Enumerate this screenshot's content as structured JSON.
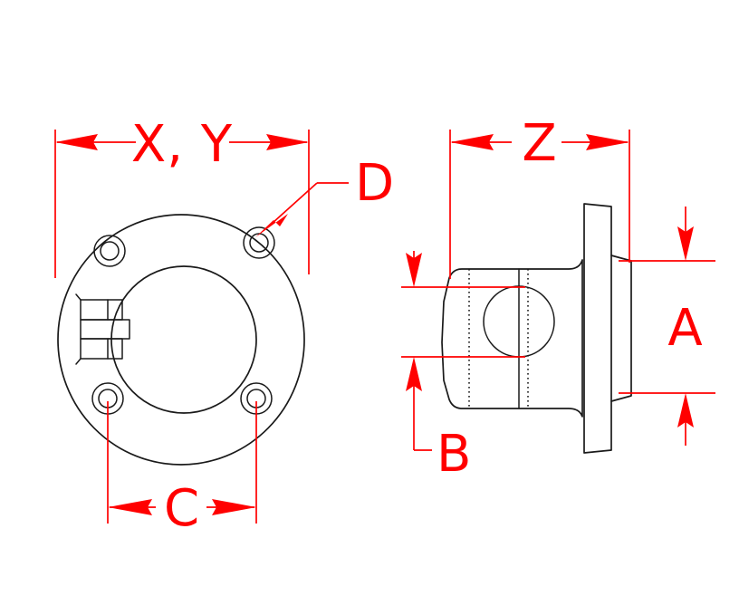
{
  "drawing": {
    "title": "Flange bearing engineering dimension drawing",
    "background_color": "#ffffff",
    "part_line_color": "#1a1a1a",
    "dimension_color": "#ff0000",
    "views": [
      {
        "name": "front-view",
        "description": "Circular flange face with four bolt holes, central bore and keyway slot"
      },
      {
        "name": "side-view",
        "description": "Sectional side profile with hub, bore and mounting flange"
      }
    ]
  },
  "dimensions": {
    "xy": {
      "label": "X, Y",
      "view": "front-view",
      "orientation": "horizontal",
      "position": "top",
      "meaning": "overall flange outside diameter"
    },
    "c": {
      "label": "C",
      "view": "front-view",
      "orientation": "horizontal",
      "position": "bottom",
      "meaning": "bolt hole centre spacing"
    },
    "d": {
      "label": "D",
      "view": "front-view",
      "orientation": "leader",
      "position": "upper-right",
      "meaning": "bolt hole diameter"
    },
    "z": {
      "label": "Z",
      "view": "side-view",
      "orientation": "horizontal",
      "position": "top",
      "meaning": "overall length"
    },
    "a": {
      "label": "A",
      "view": "side-view",
      "orientation": "vertical",
      "position": "right",
      "meaning": "flange height"
    },
    "b": {
      "label": "B",
      "view": "side-view",
      "orientation": "vertical",
      "position": "left",
      "meaning": "bore diameter"
    }
  },
  "icons": {
    "arrow_left": "arrow-left-icon",
    "arrow_right": "arrow-right-icon",
    "arrow_up": "arrow-up-icon",
    "arrow_down": "arrow-down-icon"
  }
}
